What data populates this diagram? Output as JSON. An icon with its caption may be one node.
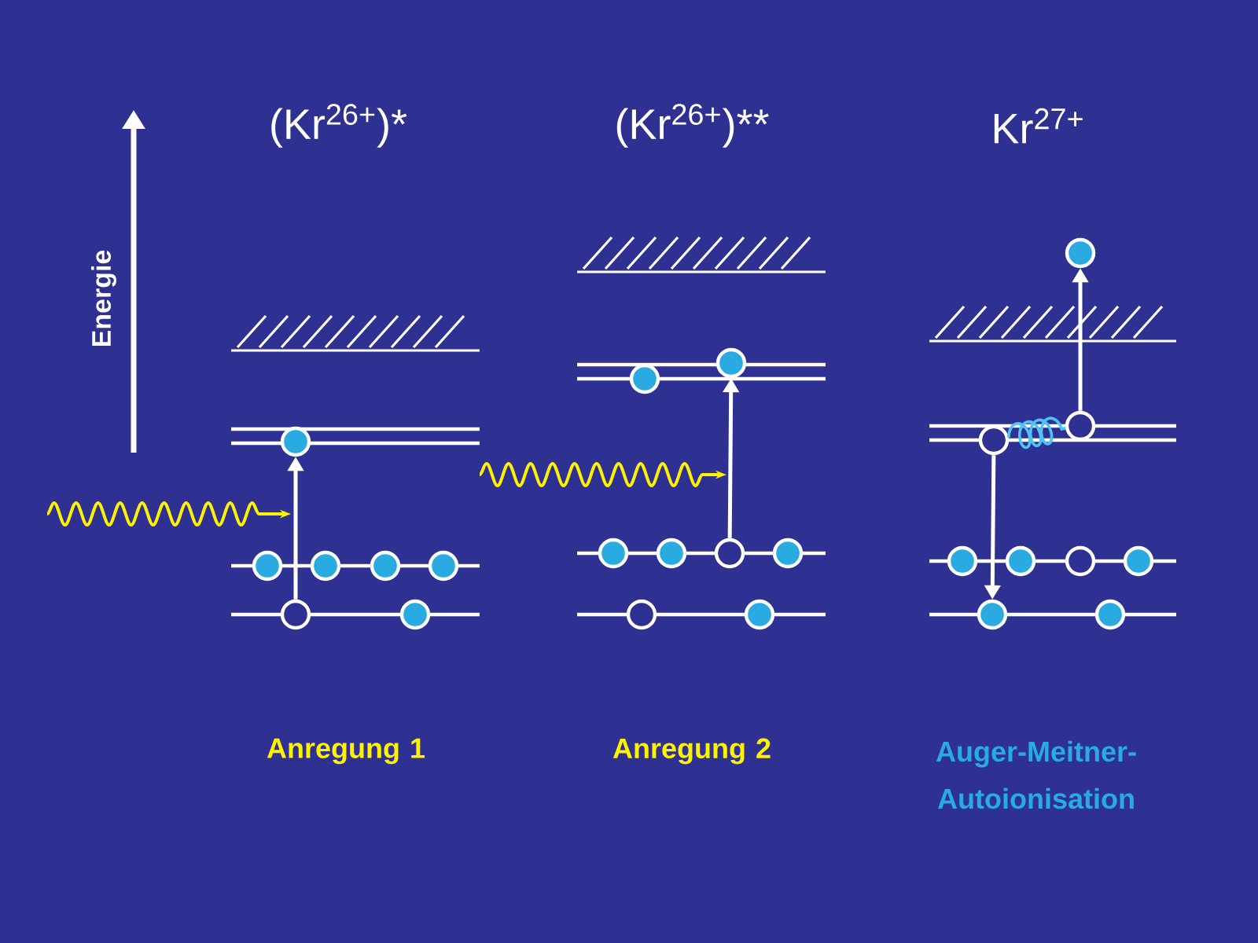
{
  "diagram": {
    "nodes": [
      {
        "text": [],
        "shape": "circle"
      },
      {
        "text": [],
        "shape": "circle"
      },
      {
        "text": [],
        "shape": "circle"
      },
      {
        "text": [],
        "shape": "circle"
      },
      {
        "text": [],
        "shape": "circle"
      },
      {
        "text": [],
        "shape": "circle"
      },
      {
        "text": [],
        "shape": "circle"
      },
      {
        "text": [],
        "shape": "circle"
      },
      {
        "text": [],
        "shape": "circle"
      },
      {
        "text": [],
        "shape": "circle"
      },
      {
        "text": [],
        "shape": "circle"
      },
      {
        "text": [],
        "shape": "circle"
      },
      {
        "text": [],
        "shape": "circle"
      },
      {
        "text": [],
        "shape": "circle"
      },
      {
        "text": [],
        "shape": "circle"
      },
      {
        "text": [],
        "shape": "circle"
      },
      {
        "text": [],
        "shape": "circle"
      },
      {
        "text": [],
        "shape": "circle"
      },
      {
        "text": [],
        "shape": "circle"
      },
      {
        "text": [],
        "shape": "circle"
      },
      {
        "text": [],
        "shape": "circle"
      },
      {
        "text": [],
        "shape": "circle"
      },
      {
        "text": [],
        "shape": "circle"
      },
      {
        "text": [],
        "shape": "circle"
      }
    ],
    "edges": [
      {
        "from": 5,
        "to": 0,
        "arrow": "to"
      },
      {
        "from": 11,
        "to": 8,
        "arrow": "to"
      },
      {
        "from": 17,
        "to": 15,
        "arrow": "to"
      },
      {
        "from": 16,
        "to": 22,
        "arrow": "to"
      },
      {
        "from": 16,
        "to": 17,
        "arrow": "none",
        "color": "#4fc3f7"
      }
    ],
    "labels": [
      "(Kr$^{26+}$)*",
      "(Kr$^{26+}$)**",
      "Kr$^{27+}$",
      "Energie",
      "Anregung 1",
      "Anregung 2",
      "Auger-Meitner-Autoionisation"
    ]
  }
}
